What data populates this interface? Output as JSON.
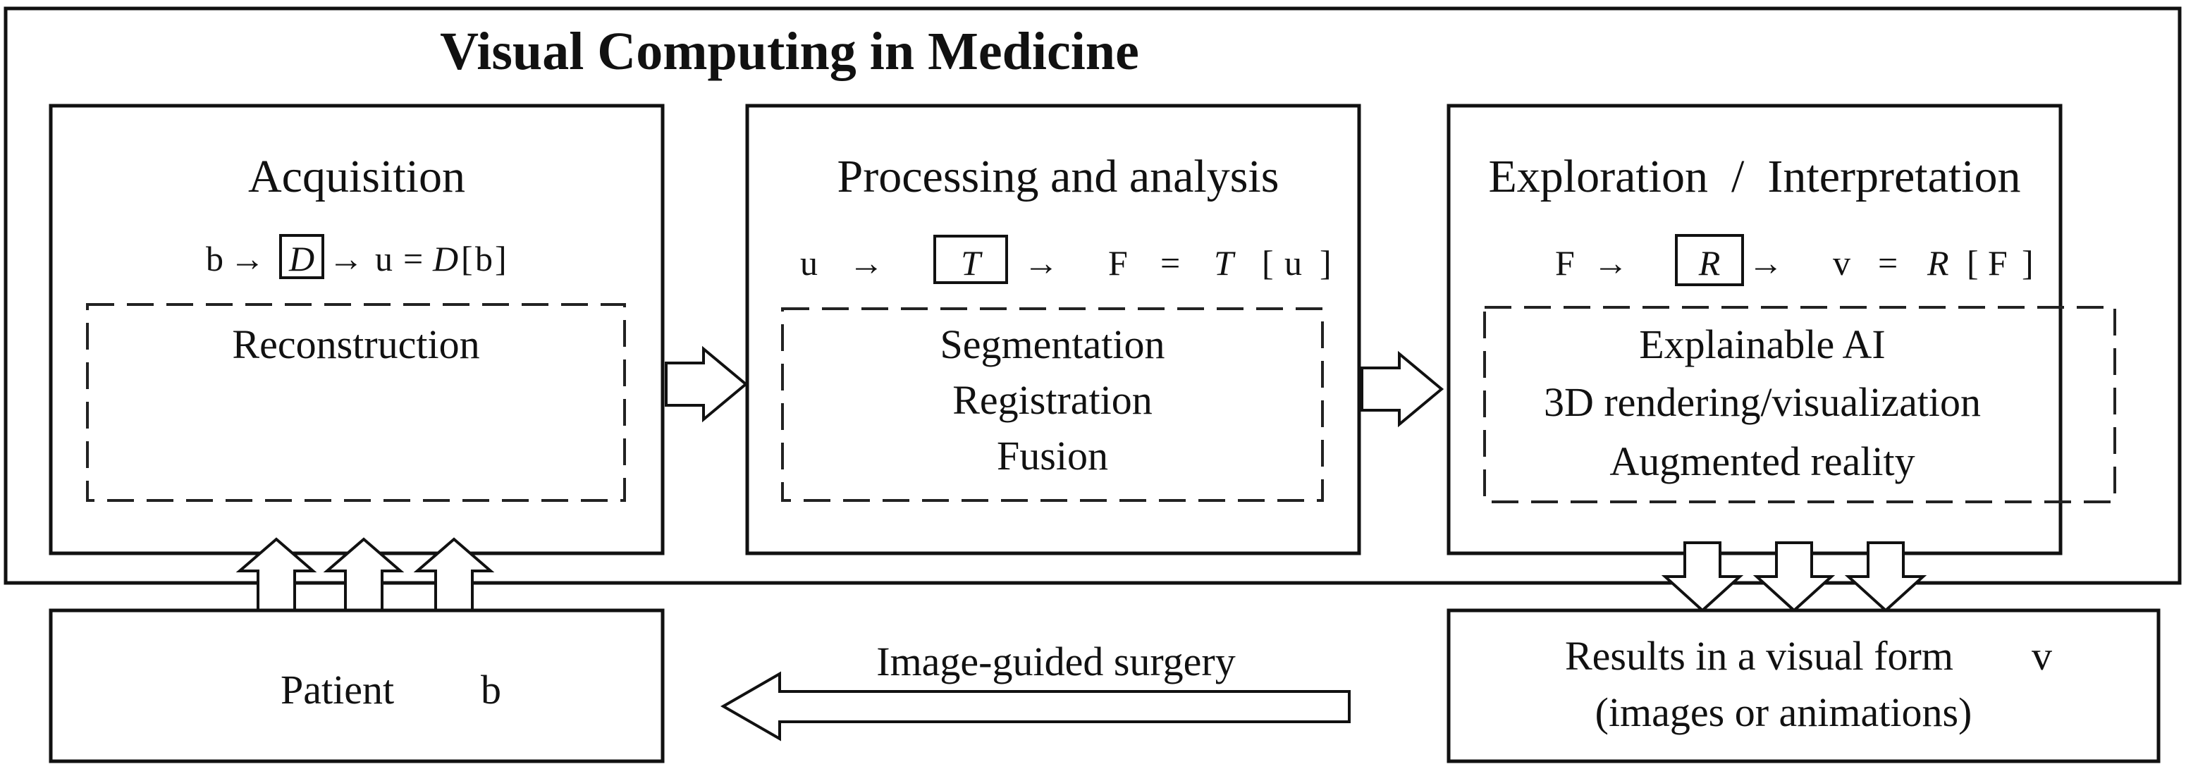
{
  "title": "Visual Computing in Medicine",
  "acquisition": {
    "heading": "Acquisition",
    "formula": {
      "input": "b",
      "operator": "D",
      "output": "u",
      "result_operator": "D",
      "result_arg": "b"
    },
    "subtasks": [
      "Reconstruction"
    ]
  },
  "processing": {
    "heading": "Processing and analysis",
    "formula": {
      "input": "u",
      "operator": "T",
      "output": "F",
      "result_operator": "T",
      "result_arg": "u"
    },
    "subtasks": [
      "Segmentation",
      "Registration",
      "Fusion"
    ]
  },
  "exploration": {
    "heading": "Exploration  /  Interpretation",
    "formula": {
      "input": "F",
      "operator": "R",
      "output": "v",
      "result_operator": "R",
      "result_arg": "F"
    },
    "subtasks": [
      "Explainable AI",
      "3D rendering/visualization",
      "Augmented reality"
    ]
  },
  "patient": {
    "label": "Patient",
    "symbol": "b"
  },
  "surgery": {
    "label": "Image-guided surgery"
  },
  "results": {
    "line1": "Results in a visual form",
    "symbol": "v",
    "line2": "(images or animations)"
  },
  "symbols": {
    "arrow": "→",
    "equals": "=",
    "lbracket": "[",
    "rbracket": "]"
  }
}
